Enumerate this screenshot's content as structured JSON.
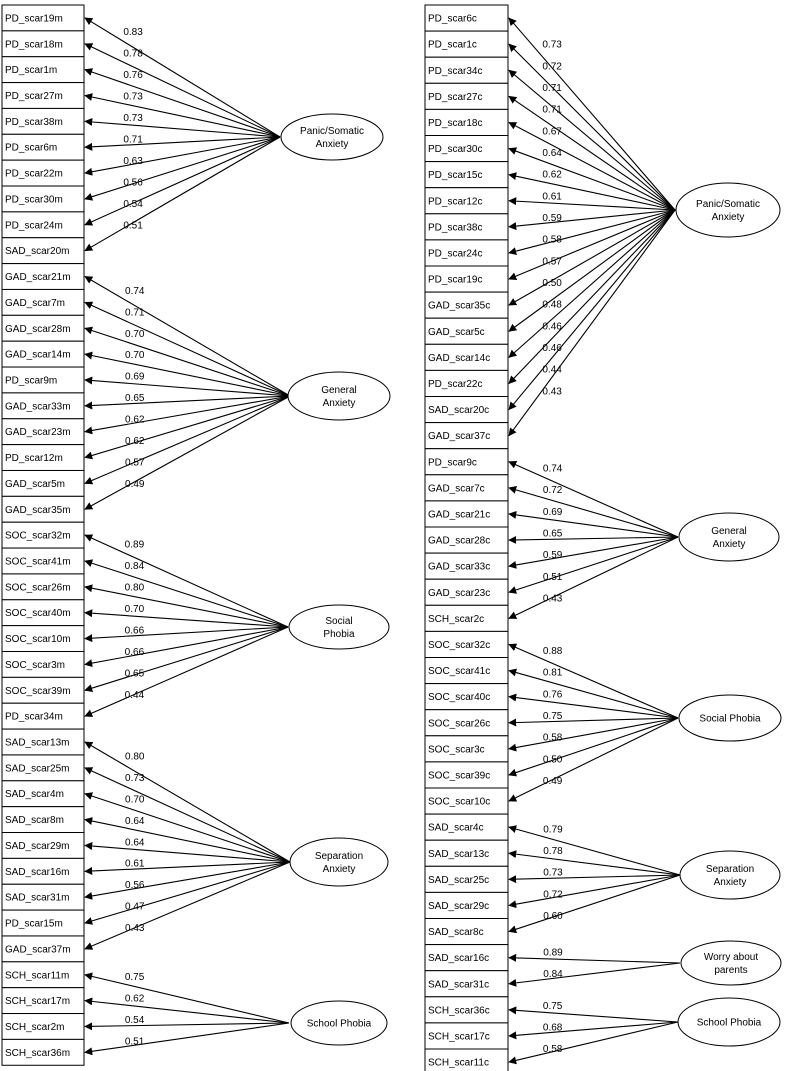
{
  "panels": [
    {
      "id": "mother",
      "factors": [
        {
          "label": [
            "Panic/Somatic",
            "Anxiety"
          ],
          "items": [
            "PD_scar19m",
            "PD_scar18m",
            "PD_scar1m",
            "PD_scar27m",
            "PD_scar38m",
            "PD_scar6m",
            "PD_scar22m",
            "PD_scar30m",
            "PD_scar24m",
            "SAD_scar20m"
          ],
          "loadings": [
            "0.83",
            "0.78",
            "0.76",
            "0.73",
            "0.73",
            "0.71",
            "0.63",
            "0.56",
            "0.54",
            "0.51"
          ]
        },
        {
          "label": [
            "General",
            "Anxiety"
          ],
          "items": [
            "GAD_scar21m",
            "GAD_scar7m",
            "GAD_scar28m",
            "GAD_scar14m",
            "PD_scar9m",
            "GAD_scar33m",
            "GAD_scar23m",
            "PD_scar12m",
            "GAD_scar5m",
            "GAD_scar35m"
          ],
          "loadings": [
            "0.74",
            "0.71",
            "0.70",
            "0.70",
            "0.69",
            "0.65",
            "0.62",
            "0.62",
            "0.57",
            "0.49"
          ]
        },
        {
          "label": [
            "Social",
            "Phobia"
          ],
          "items": [
            "SOC_scar32m",
            "SOC_scar41m",
            "SOC_scar26m",
            "SOC_scar40m",
            "SOC_scar10m",
            "SOC_scar3m",
            "SOC_scar39m",
            "PD_scar34m"
          ],
          "loadings": [
            "0.89",
            "0.84",
            "0.80",
            "0.70",
            "0.66",
            "0.66",
            "0.65",
            "0.44"
          ]
        },
        {
          "label": [
            "Separation",
            "Anxiety"
          ],
          "items": [
            "SAD_scar13m",
            "SAD_scar25m",
            "SAD_scar4m",
            "SAD_scar8m",
            "SAD_scar29m",
            "SAD_scar16m",
            "SAD_scar31m",
            "PD_scar15m",
            "GAD_scar37m"
          ],
          "loadings": [
            "0.80",
            "0.73",
            "0.70",
            "0.64",
            "0.64",
            "0.61",
            "0.56",
            "0.47",
            "0.43"
          ]
        },
        {
          "label": [
            "School Phobia"
          ],
          "items": [
            "SCH_scar11m",
            "SCH_scar17m",
            "SCH_scar2m",
            "SCH_scar36m"
          ],
          "loadings": [
            "0.75",
            "0.62",
            "0.54",
            "0.51"
          ]
        }
      ]
    },
    {
      "id": "child",
      "factors": [
        {
          "label": [
            "Panic/Somatic",
            "Anxiety"
          ],
          "items": [
            "PD_scar6c",
            "PD_scar1c",
            "PD_scar34c",
            "PD_scar27c",
            "PD_scar18c",
            "PD_scar30c",
            "PD_scar15c",
            "PD_scar12c",
            "PD_scar38c",
            "PD_scar24c",
            "PD_scar19c",
            "GAD_scar35c",
            "GAD_scar5c",
            "GAD_scar14c",
            "PD_scar22c",
            "SAD_scar20c",
            "GAD_scar37c"
          ],
          "loadings": [
            "0.73",
            "0.72",
            "0.71",
            "0.71",
            "0.67",
            "0.64",
            "0.62",
            "0.61",
            "0.59",
            "0.58",
            "0.57",
            "0.50",
            "0.48",
            "0.46",
            "0.46",
            "0.44",
            "0.43"
          ]
        },
        {
          "label": [
            "General",
            "Anxiety"
          ],
          "items": [
            "PD_scar9c",
            "GAD_scar7c",
            "GAD_scar21c",
            "GAD_scar28c",
            "GAD_scar33c",
            "GAD_scar23c",
            "SCH_scar2c"
          ],
          "loadings": [
            "0.74",
            "0.72",
            "0.69",
            "0.65",
            "0.59",
            "0.51",
            "0.43"
          ]
        },
        {
          "label": [
            "Social Phobia"
          ],
          "items": [
            "SOC_scar32c",
            "SOC_scar41c",
            "SOC_scar40c",
            "SOC_scar26c",
            "SOC_scar3c",
            "SOC_scar39c",
            "SOC_scar10c"
          ],
          "loadings": [
            "0.88",
            "0.81",
            "0.76",
            "0.75",
            "0.58",
            "0.50",
            "0.49"
          ]
        },
        {
          "label": [
            "Separation",
            "Anxiety"
          ],
          "items": [
            "SAD_scar4c",
            "SAD_scar13c",
            "SAD_scar25c",
            "SAD_scar29c",
            "SAD_scar8c"
          ],
          "loadings": [
            "0.79",
            "0.78",
            "0.73",
            "0.72",
            "0.60"
          ]
        },
        {
          "label": [
            "Worry about",
            "parents"
          ],
          "items": [
            "SAD_scar16c",
            "SAD_scar31c"
          ],
          "loadings": [
            "0.89",
            "0.84"
          ]
        },
        {
          "label": [
            "School Phobia"
          ],
          "items": [
            "SCH_scar36c",
            "SCH_scar17c",
            "SCH_scar11c"
          ],
          "loadings": [
            "0.75",
            "0.68",
            "0.58"
          ]
        }
      ]
    }
  ]
}
